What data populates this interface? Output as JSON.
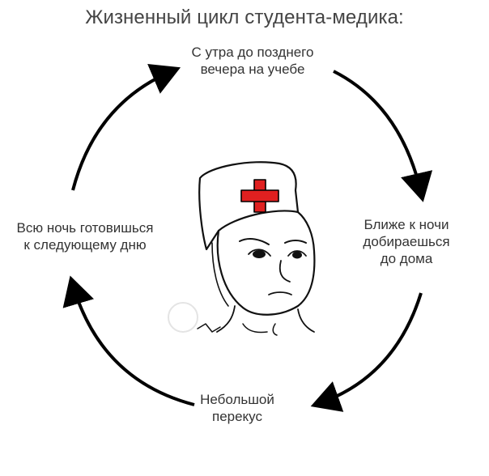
{
  "title": "Жизненный цикл студента-медика:",
  "steps": [
    {
      "lines": [
        "С утра до позднего",
        "вечера на учебе"
      ]
    },
    {
      "lines": [
        "Ближе к ночи",
        "добираешься",
        "до дома"
      ]
    },
    {
      "lines": [
        "Небольшой",
        "перекус"
      ]
    },
    {
      "lines": [
        "Всю ночь готовишься",
        "к следующему дню"
      ]
    }
  ],
  "illustration": {
    "name": "wojak-doctor-drawing",
    "cap_symbol": "red-cross-icon",
    "cross_color": "#e02020"
  },
  "colors": {
    "text": "#333333",
    "title": "#444444",
    "arrow": "#000000"
  }
}
